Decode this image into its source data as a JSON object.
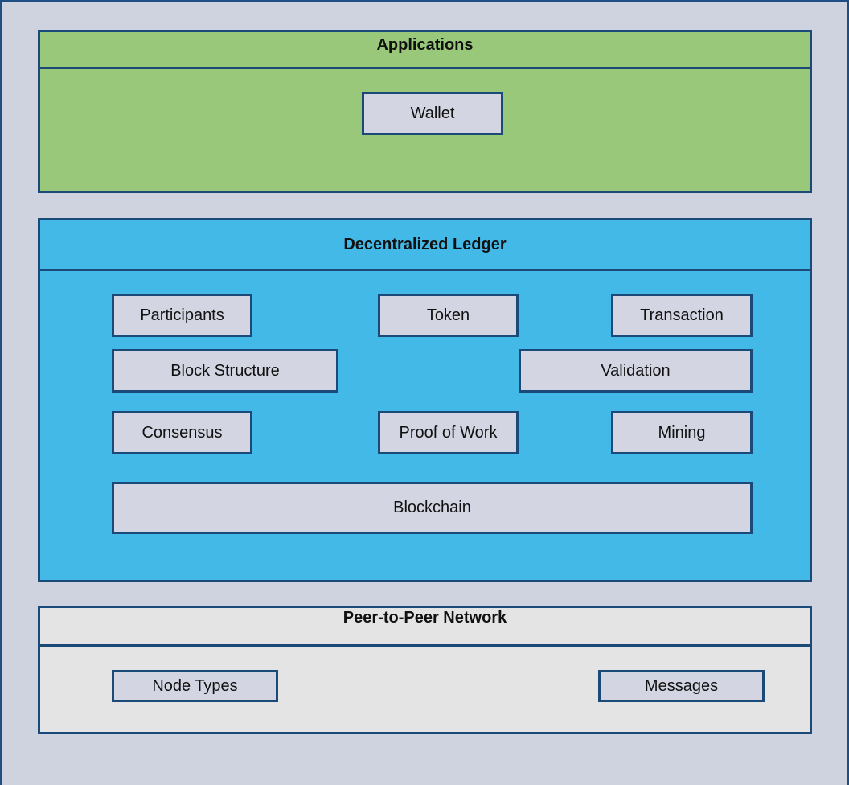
{
  "layers": {
    "applications": {
      "title": "Applications",
      "items": {
        "wallet": "Wallet"
      }
    },
    "ledger": {
      "title": "Decentralized Ledger",
      "items": {
        "participants": "Participants",
        "token": "Token",
        "transaction": "Transaction",
        "block_structure": "Block Structure",
        "validation": "Validation",
        "consensus": "Consensus",
        "proof_of_work": "Proof of Work",
        "mining": "Mining",
        "blockchain": "Blockchain"
      }
    },
    "p2p": {
      "title": "Peer-to-Peer Network",
      "items": {
        "node_types": "Node Types",
        "messages": "Messages"
      }
    }
  },
  "colors": {
    "background": "#cfd3e0",
    "border": "#1c4a78",
    "applications_fill": "#9ac87a",
    "ledger_fill": "#43b9e8",
    "p2p_fill": "#e4e4e4",
    "box_fill": "#d3d6e2"
  }
}
